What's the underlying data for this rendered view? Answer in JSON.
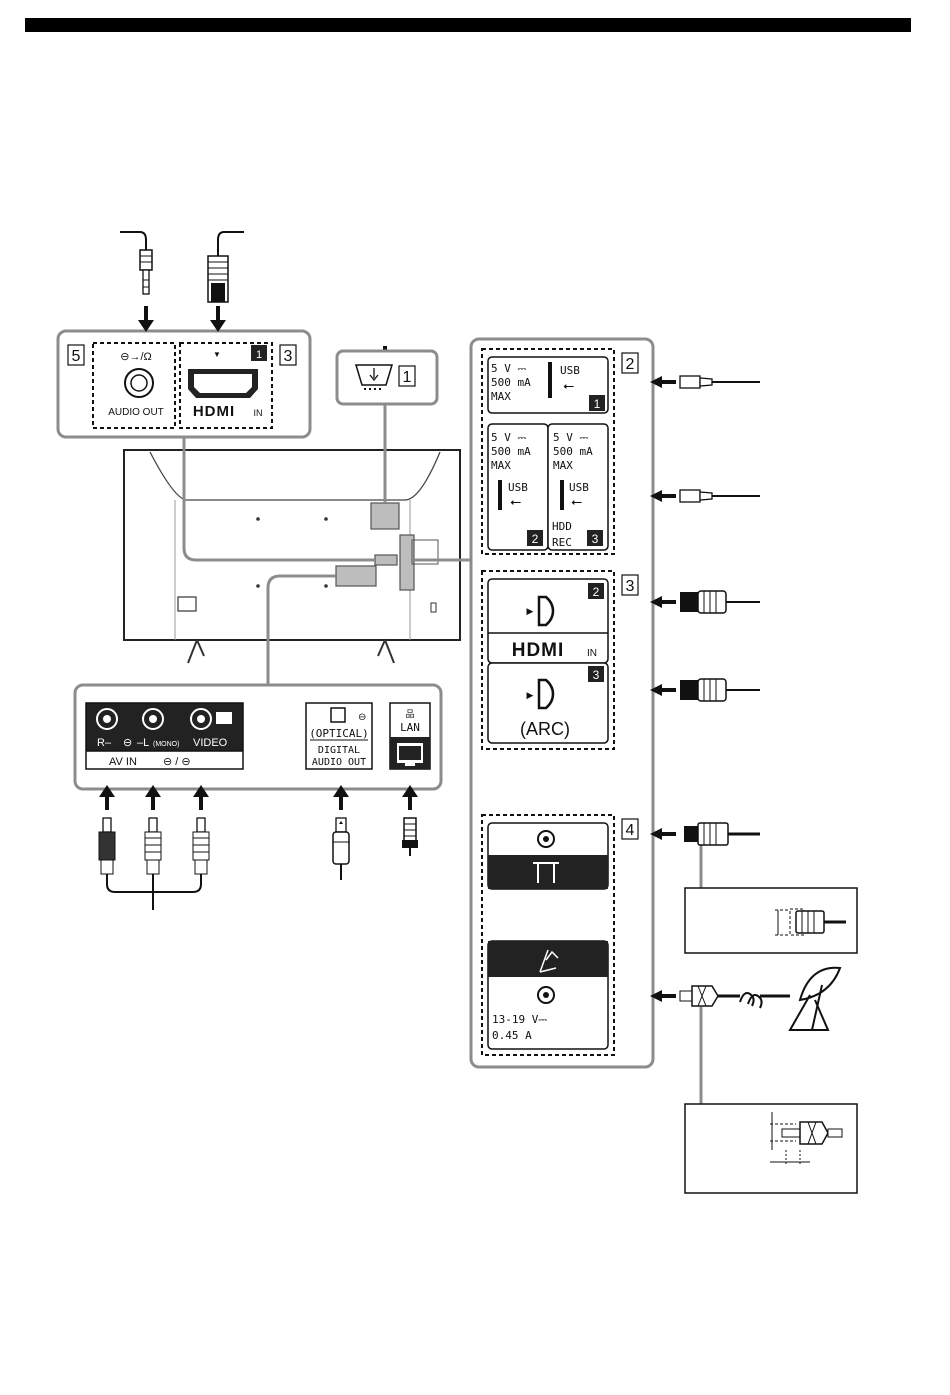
{
  "callouts": {
    "n1": "1",
    "n2": "2",
    "n3": "3",
    "n4": "4",
    "n5": "5"
  },
  "top_panel": {
    "headphone_symbol": "⊖→/Ω",
    "audio_out_label": "AUDIO OUT",
    "hdmi1_number": "1",
    "hdmi_logo": "HDMI",
    "hdmi_in": "IN"
  },
  "usb_panel": {
    "usb1": {
      "voltage": "5 V ⎓",
      "current": "500 mA",
      "max": "MAX",
      "label": "USB",
      "number": "1"
    },
    "usb2": {
      "voltage": "5 V ⎓",
      "current": "500 mA",
      "max": "MAX",
      "label": "USB",
      "number": "2"
    },
    "usb3": {
      "voltage": "5 V ⎓",
      "current": "500 mA",
      "max": "MAX",
      "label": "USB",
      "number": "3",
      "hdd": "HDD",
      "rec": "REC"
    }
  },
  "hdmi_panel": {
    "hdmi2_number": "2",
    "hdmi_logo": "HDMI",
    "hdmi_in": "IN",
    "hdmi3_number": "3",
    "arc_label": "(ARC)"
  },
  "antenna_panel": {
    "satellite_voltage": "13-19 V⎓",
    "satellite_current": "0.45 A"
  },
  "bottom_panel": {
    "r_label": "R–",
    "l_label": "–L",
    "mono_label": "(MONO)",
    "video_label": "VIDEO",
    "av_in_label": "AV IN",
    "optical_label": "(OPTICAL)",
    "digital_label": "DIGITAL",
    "audio_out_label": "AUDIO OUT",
    "lan_label": "LAN"
  }
}
